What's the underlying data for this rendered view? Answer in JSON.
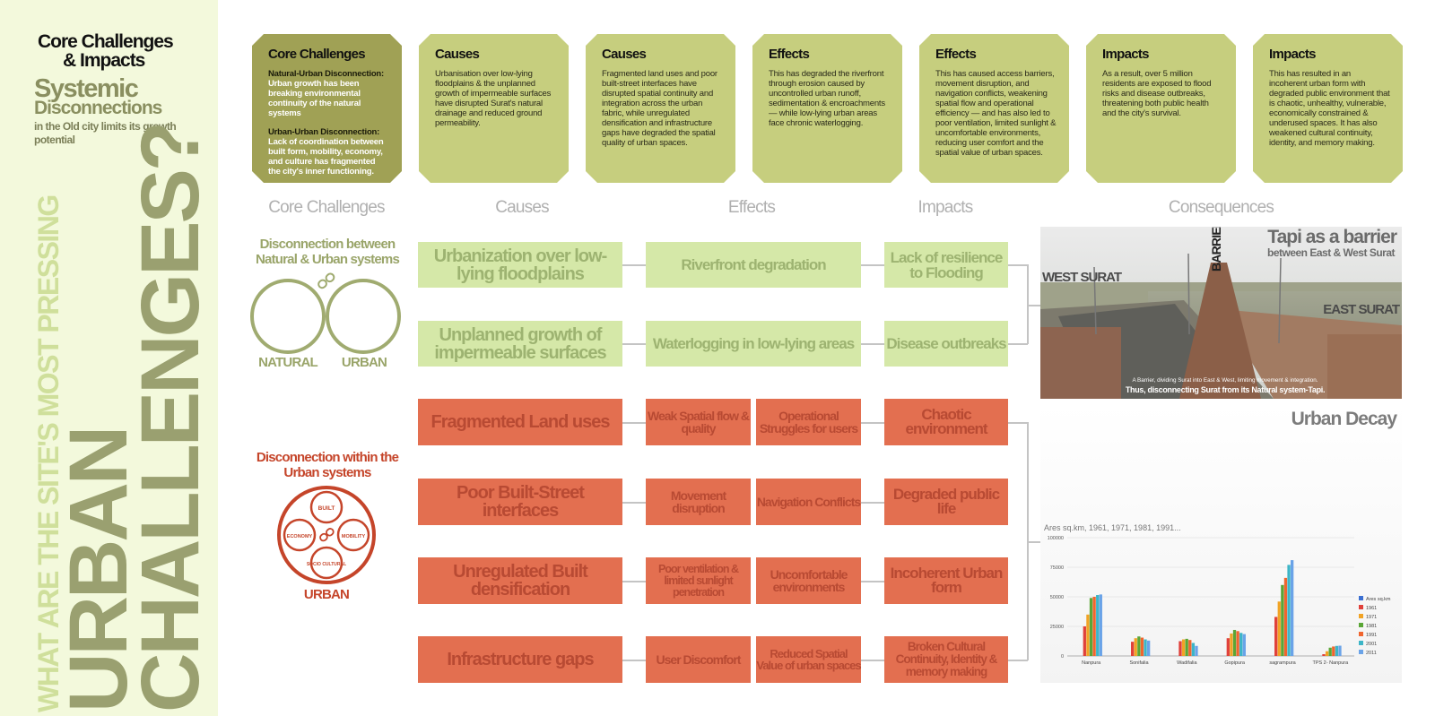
{
  "left": {
    "title_line1": "Core Challenges",
    "title_line2": "& Impacts",
    "systemic": "Systemic",
    "disconnections": "Disconnections",
    "subtitle": "in the Old city limits its growth potential",
    "vertical_question": "WHAT ARE THE SITE'S MOST PRESSING",
    "vertical_urban": "URBAN",
    "vertical_challenges": "CHALLENGES?"
  },
  "cards": [
    {
      "title": "Core Challenges",
      "points": [
        {
          "head": "Natural-Urban Disconnection:",
          "body": "Urban growth has been breaking environmental continuity of the natural systems"
        },
        {
          "head": "Urban-Urban Disconnection:",
          "body": "Lack of coordination between built form, mobility, economy, and culture has fragmented the city's inner functioning."
        }
      ]
    },
    {
      "title": "Causes",
      "text": "Urbanisation over low-lying floodplains & the unplanned growth of impermeable surfaces have disrupted Surat's natural drainage and reduced ground permeability."
    },
    {
      "title": "Causes",
      "text": "Fragmented land uses and poor built-street interfaces have disrupted spatial continuity and integration across the urban fabric, while unregulated densification and infrastructure gaps have degraded the spatial quality of urban spaces."
    },
    {
      "title": "Effects",
      "text": "This has degraded the riverfront through erosion caused by uncontrolled urban runoff, sedimentation & encroachments — while low-lying urban areas face chronic waterlogging."
    },
    {
      "title": "Effects",
      "text": "This has caused access barriers, movement disruption, and navigation conflicts, weakening spatial flow and operational efficiency — and has also led to poor ventilation, limited sunlight & uncomfortable environments, reducing user comfort and the spatial value of urban spaces."
    },
    {
      "title": "Impacts",
      "text": "As a result, over 5 million residents are exposed to flood risks and disease outbreaks, threatening both public health and the city's survival."
    },
    {
      "title": "Impacts",
      "text": "This has resulted in an incoherent urban form with degraded public environment that is chaotic, unhealthy, vulnerable, economically constrained & underused spaces. It has also weakened cultural continuity, identity, and memory making."
    }
  ],
  "column_heads": {
    "core": "Core Challenges",
    "causes": "Causes",
    "effects": "Effects",
    "impacts": "Impacts",
    "consequences": "Consequences"
  },
  "natural": {
    "title": "Disconnection between Natural & Urban systems",
    "natural_label": "NATURAL",
    "urban_label": "URBAN"
  },
  "urban_sys": {
    "title": "Disconnection within the Urban systems",
    "built": "BUILT",
    "economy": "ECONOMY",
    "mobility": "MOBILITY",
    "socio_cultural": "SOCIO CULTURAL",
    "label": "URBAN"
  },
  "green_rows": [
    {
      "cause": "Urbanization over low-lying floodplains",
      "effect": "Riverfront degradation",
      "impact": "Lack of resilience to Flooding"
    },
    {
      "cause": "Unplanned growth of impermeable surfaces",
      "effect": "Waterlogging in low-lying areas",
      "impact": "Disease outbreaks"
    }
  ],
  "red_rows": [
    {
      "cause": "Fragmented Land uses",
      "effect1": "Weak Spatial flow & quality",
      "effect2": "Operational Struggles for users",
      "impact": "Chaotic environment"
    },
    {
      "cause": "Poor Built-Street interfaces",
      "effect1": "Movement disruption",
      "effect2": "Navigation Conflicts",
      "impact": "Degraded public life"
    },
    {
      "cause": "Unregulated Built densification",
      "effect1": "Poor ventilation & limited sunlight penetration",
      "effect2": "Uncomfortable environments",
      "impact": "Incoherent Urban form"
    },
    {
      "cause": "Infrastructure gaps",
      "effect1": "User Discomfort",
      "effect2": "Reduced Spatial Value of urban spaces",
      "impact": "Broken Cultural Continuity, Identity & memory making"
    }
  ],
  "photo": {
    "title": "Tapi as a barrier",
    "subtitle": "between East & West Surat",
    "barrier_label": "BARRIER",
    "west": "WEST SURAT",
    "east": "EAST SURAT",
    "caption1": "A Barrier, dividing Surat into East & West, limiting movement & integration.",
    "caption2": "Thus, disconnecting Surat from its Natural system-Tapi."
  },
  "urban_decay": {
    "title": "Urban Decay"
  },
  "chart_data": {
    "type": "bar",
    "title": "Ares sq.km, 1961, 1971, 1981, 1991...",
    "categories": [
      "Nanpura",
      "Sonifalia",
      "Wadifalia",
      "Gopipura",
      "sagrampura",
      "TPS 2- Nanpura"
    ],
    "ylim": [
      0,
      100000
    ],
    "yticks": [
      0,
      25000,
      50000,
      75000,
      100000
    ],
    "legend_position": "right",
    "grid": true,
    "series": [
      {
        "name": "Ares sq.km",
        "color": "#3b6fd1",
        "values": [
          0,
          0,
          0,
          0,
          0,
          0
        ]
      },
      {
        "name": "1961",
        "color": "#e0413a",
        "values": [
          25000,
          12000,
          12500,
          15000,
          33000,
          1500
        ]
      },
      {
        "name": "1971",
        "color": "#f1a325",
        "values": [
          35000,
          15000,
          14000,
          19000,
          46000,
          4000
        ]
      },
      {
        "name": "1981",
        "color": "#5aa636",
        "values": [
          49000,
          16500,
          14500,
          22000,
          60000,
          7000
        ]
      },
      {
        "name": "1991",
        "color": "#f0652e",
        "values": [
          50000,
          15500,
          13500,
          21000,
          66000,
          8000
        ]
      },
      {
        "name": "2001",
        "color": "#3cb5c7",
        "values": [
          51500,
          14000,
          11000,
          19500,
          77000,
          8500
        ]
      },
      {
        "name": "2011",
        "color": "#6aa3e8",
        "values": [
          52000,
          13000,
          8500,
          18500,
          81000,
          8700
        ]
      }
    ]
  }
}
